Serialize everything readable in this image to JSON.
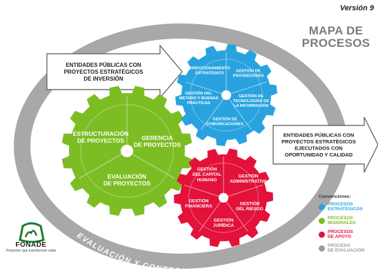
{
  "version": "Versión 9",
  "title": {
    "line1": "MAPA DE",
    "line2": "PROCESOS"
  },
  "input_arrow": {
    "lines": [
      "ENTIDADES  PÚBLICAS CON",
      "PROYECTOS ESTRATÉGICOS",
      "DE INVERSIÓN"
    ]
  },
  "output_arrow": {
    "lines": [
      "ENTIDADES PÚBLICAS CON",
      "PROYECTOS ESTRATÉGICOS",
      "EJECUTADOS CON",
      "OPORTUNIDAD Y CALIDAD"
    ]
  },
  "ring_label": "EVALUACIÓN Y CONTROL",
  "gears": {
    "strategic": {
      "color": "#29a3e0",
      "processes": [
        {
          "lines": [
            "DIRECCIONAMIENTO",
            "ESTRATÉGICO"
          ]
        },
        {
          "lines": [
            "GESTIÓN DE",
            "PROVEEDORES"
          ]
        },
        {
          "lines": [
            "GESTIÓN DEL",
            "MÉTODO Y BUENAS",
            "PRÁCTICAS"
          ]
        },
        {
          "lines": [
            "GESTIÓN DE",
            "TECNOLOGÍAS DE",
            "LA INFORMACIÓN"
          ]
        },
        {
          "lines": [
            "GESTIÓN DE",
            "COMUNICACIONES"
          ]
        }
      ]
    },
    "missional": {
      "color": "#7dbd24",
      "processes": [
        {
          "lines": [
            "ESTRUCTURACIÓN",
            "DE PROYECTOS"
          ]
        },
        {
          "lines": [
            "GERENCIA",
            "DE PROYECTOS"
          ]
        },
        {
          "lines": [
            "EVALUACIÓN",
            "DE PROYECTOS"
          ]
        }
      ]
    },
    "support": {
      "color": "#e3123a",
      "processes": [
        {
          "lines": [
            "GESTIÓN",
            "DEL CAPITAL",
            "HUMANO"
          ]
        },
        {
          "lines": [
            "GESTIÓN",
            "ADMINISTRATIVA"
          ]
        },
        {
          "lines": [
            "GESTIÓN",
            "FINANCIERA"
          ]
        },
        {
          "lines": [
            "GESTIÓN",
            "DEL RIESGO"
          ]
        },
        {
          "lines": [
            "GESTIÓN",
            "JURÍDICA"
          ]
        }
      ]
    }
  },
  "legend": {
    "title": "Convenciones:",
    "items": [
      {
        "lines": [
          "PROCESOS",
          "ESTRATÉGICOS"
        ],
        "color": "#29a3e0"
      },
      {
        "lines": [
          "PROCESOS",
          "MISIONALES"
        ],
        "color": "#7dbd24"
      },
      {
        "lines": [
          "PROCESOS",
          "DE APOYO"
        ],
        "color": "#e3123a"
      },
      {
        "lines": [
          "PROCESO",
          "DE EVALUACIÓN"
        ],
        "color": "#9a9a9a"
      }
    ]
  },
  "logo": {
    "name": "FONADE",
    "slogan": "Proyectos que transforman vidas"
  }
}
